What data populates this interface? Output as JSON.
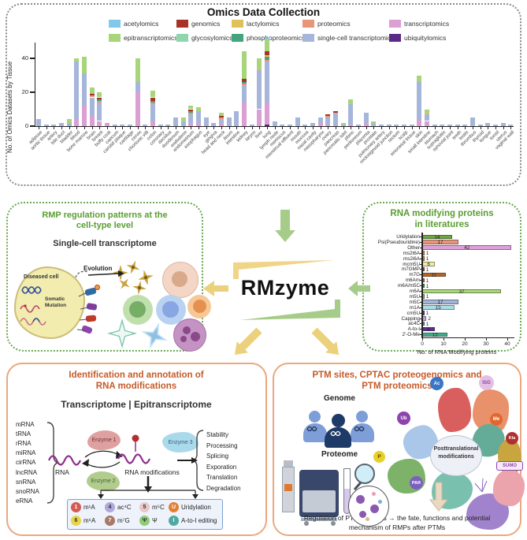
{
  "theme": {
    "panel_green": "#5a9e32",
    "panel_orange": "#c65a28",
    "border_orange": "#eaa87e",
    "arrow_green": "#a6cc8a",
    "arrow_yellow": "#ecd17c"
  },
  "center": {
    "app_name": "RMzyme"
  },
  "chart_data": [
    {
      "id": "omics-data-collection",
      "type": "stacked_bar",
      "title": "Omics Data Collection",
      "ylabel": "No. of Omics Datasets by Tissue",
      "yticks": [
        0,
        20,
        40
      ],
      "legend": [
        [
          {
            "key": "a",
            "label": "acetylomics"
          },
          {
            "key": "ge",
            "label": "genomics"
          },
          {
            "key": "l",
            "label": "lactylomics"
          },
          {
            "key": "p",
            "label": "proteomics"
          },
          {
            "key": "t",
            "label": "transcriptomics"
          }
        ],
        [
          {
            "key": "e",
            "label": "epitranscriptomics"
          },
          {
            "key": "g",
            "label": "glycosylomics"
          },
          {
            "key": "ph",
            "label": "phosphoproteomics"
          },
          {
            "key": "s",
            "label": "single-cell transcriptomics"
          },
          {
            "key": "u",
            "label": "ubiquitylomics"
          }
        ]
      ],
      "colors": {
        "a": "#82c8e8",
        "ge": "#a93226",
        "l": "#e0c05a",
        "p": "#e69778",
        "t": "#db9fd4",
        "e": "#a8d47a",
        "g": "#8fd6ad",
        "ph": "#43a47e",
        "s": "#a6b6da",
        "u": "#5b2a86"
      },
      "stack_order": [
        "u",
        "t",
        "s",
        "p",
        "ph",
        "l",
        "g",
        "ge",
        "e",
        "a"
      ],
      "tissues": [
        {
          "name": "adipose",
          "seg": {
            "s": 4
          }
        },
        {
          "name": "aortic tissue",
          "seg": {
            "s": 1
          }
        },
        {
          "name": "artery",
          "seg": {
            "s": 1
          }
        },
        {
          "name": "bile duct",
          "seg": {
            "s": 2
          }
        },
        {
          "name": "bladder",
          "seg": {
            "s": 2,
            "e": 2
          }
        },
        {
          "name": "blood",
          "seg": {
            "t": 4,
            "s": 34,
            "e": 2
          }
        },
        {
          "name": "bone marrow",
          "seg": {
            "t": 12,
            "s": 19,
            "e": 10
          }
        },
        {
          "name": "brain",
          "seg": {
            "t": 6,
            "s": 11,
            "p": 1,
            "ge": 1,
            "e": 4
          }
        },
        {
          "name": "breast",
          "seg": {
            "t": 3,
            "s": 11,
            "p": 1,
            "ph": 1,
            "ge": 1,
            "e": 3
          }
        },
        {
          "name": "buffy coat",
          "seg": {
            "t": 2
          }
        },
        {
          "name": "caecum",
          "seg": {
            "s": 1
          }
        },
        {
          "name": "carotid plaque",
          "seg": {
            "s": 1
          }
        },
        {
          "name": "cartilage",
          "seg": {
            "s": 1
          }
        },
        {
          "name": "cervix",
          "seg": {
            "t": 20,
            "s": 6,
            "e": 14
          }
        },
        {
          "name": "chorionic villi",
          "seg": {
            "s": 1
          }
        },
        {
          "name": "colon",
          "seg": {
            "t": 3,
            "s": 10,
            "p": 1,
            "ph": 1,
            "ge": 2,
            "e": 4
          }
        },
        {
          "name": "coronary",
          "seg": {
            "s": 1
          }
        },
        {
          "name": "decidua",
          "seg": {
            "s": 1
          }
        },
        {
          "name": "duodenum",
          "seg": {
            "s": 5
          }
        },
        {
          "name": "endoderm",
          "seg": {
            "s": 3,
            "e": 2
          }
        },
        {
          "name": "endometrium",
          "seg": {
            "t": 2,
            "s": 5,
            "p": 1,
            "ph": 1,
            "ge": 1,
            "e": 2
          }
        },
        {
          "name": "esophagus",
          "seg": {
            "t": 2,
            "s": 7,
            "e": 2
          }
        },
        {
          "name": "eye",
          "seg": {
            "s": 5
          }
        },
        {
          "name": "gingiva",
          "seg": {
            "s": 2
          }
        },
        {
          "name": "head and neck",
          "seg": {
            "t": 2,
            "s": 2,
            "p": 1,
            "ge": 1,
            "e": 2
          }
        },
        {
          "name": "ileum",
          "seg": {
            "s": 5
          }
        },
        {
          "name": "intestine",
          "seg": {
            "s": 9
          }
        },
        {
          "name": "kidney",
          "seg": {
            "t": 14,
            "s": 10,
            "p": 1,
            "ph": 1,
            "ge": 2,
            "e": 16
          }
        },
        {
          "name": "larynx",
          "seg": {
            "s": 1
          }
        },
        {
          "name": "liver",
          "seg": {
            "t": 10,
            "s": 23,
            "l": 1,
            "e": 6
          }
        },
        {
          "name": "lung",
          "seg": {
            "u": 1,
            "t": 13,
            "s": 24,
            "p": 1,
            "ph": 2,
            "l": 1,
            "ge": 2,
            "e": 7,
            "a": 1
          }
        },
        {
          "name": "lymph node",
          "seg": {
            "s": 3
          }
        },
        {
          "name": "meniscus",
          "seg": {
            "s": 1
          }
        },
        {
          "name": "menstrual effluent",
          "seg": {
            "s": 1
          }
        },
        {
          "name": "mouth",
          "seg": {
            "s": 5
          }
        },
        {
          "name": "mucosa",
          "seg": {
            "s": 1
          }
        },
        {
          "name": "nasal cavity",
          "seg": {
            "s": 2
          }
        },
        {
          "name": "nasopharynx",
          "seg": {
            "t": 2,
            "s": 3
          }
        },
        {
          "name": "ovary",
          "seg": {
            "t": 1,
            "s": 4,
            "p": 1,
            "ge": 1
          }
        },
        {
          "name": "pancreas",
          "seg": {
            "s": 8,
            "ge": 1
          }
        },
        {
          "name": "pancreatic islet",
          "seg": {
            "s": 1,
            "e": 1
          }
        },
        {
          "name": "pbmc",
          "seg": {
            "t": 1,
            "s": 12,
            "e": 3
          }
        },
        {
          "name": "peritoneum",
          "seg": {
            "s": 1
          }
        },
        {
          "name": "placenta",
          "seg": {
            "t": 2,
            "s": 6
          }
        },
        {
          "name": "prostate",
          "seg": {
            "s": 2,
            "e": 1
          }
        },
        {
          "name": "pulmonary artery",
          "seg": {
            "s": 1
          }
        },
        {
          "name": "rectosigmoid junction",
          "seg": {
            "s": 1
          }
        },
        {
          "name": "rectum",
          "seg": {
            "s": 1
          }
        },
        {
          "name": "scalp",
          "seg": {
            "s": 1
          }
        },
        {
          "name": "sinonasal tissue",
          "seg": {
            "s": 1
          }
        },
        {
          "name": "skin",
          "seg": {
            "t": 4,
            "s": 22,
            "e": 4
          }
        },
        {
          "name": "small intestine",
          "seg": {
            "t": 3,
            "s": 4,
            "l": 1,
            "e": 2
          }
        },
        {
          "name": "stomach",
          "seg": {
            "s": 1
          }
        },
        {
          "name": "supraglottis",
          "seg": {
            "s": 1
          }
        },
        {
          "name": "synovial joint",
          "seg": {
            "s": 1
          }
        },
        {
          "name": "teeth",
          "seg": {
            "s": 1
          }
        },
        {
          "name": "testis",
          "seg": {
            "s": 1
          }
        },
        {
          "name": "thrombus",
          "seg": {
            "s": 5
          }
        },
        {
          "name": "thyroid",
          "seg": {
            "s": 1
          }
        },
        {
          "name": "tongue",
          "seg": {
            "s": 2
          }
        },
        {
          "name": "tonsil",
          "seg": {
            "s": 1
          }
        },
        {
          "name": "uterus",
          "seg": {
            "s": 2
          }
        },
        {
          "name": "vaginal wall",
          "seg": {
            "s": 1
          }
        }
      ]
    },
    {
      "id": "rna-modifying-proteins",
      "type": "bar_horizontal",
      "title": "RNA modifying proteins in literatures",
      "title_lines": [
        "RNA modifying proteins",
        "in literatures"
      ],
      "xlabel": "No. of RNA Modifying proteins",
      "xticks": [
        0,
        10,
        20,
        30,
        40
      ],
      "bars": [
        {
          "label": "Uridylation",
          "value": 14,
          "color": "#69a83a"
        },
        {
          "label": "Psi(Pseudouridine)",
          "value": 17,
          "color": "#e89478"
        },
        {
          "label": "Other",
          "value": 42,
          "color": "#dd9fd8"
        },
        {
          "label": "ms2t6A",
          "value": 1,
          "color": "#e07820"
        },
        {
          "label": "ms2i6A",
          "value": 1,
          "color": "#e07820"
        },
        {
          "label": "mcm5U",
          "value": 6,
          "color": "#f0eda0"
        },
        {
          "label": "m7GMP",
          "value": 1,
          "color": "#c03028"
        },
        {
          "label": "m7G",
          "value": 11,
          "color": "#b5651d"
        },
        {
          "label": "m6Am",
          "value": 1,
          "color": "#c84848"
        },
        {
          "label": "m6A/m5C",
          "value": 1,
          "color": "#2e8b44"
        },
        {
          "label": "m6A",
          "value": 37,
          "color": "#a8d878"
        },
        {
          "label": "m5U",
          "value": 1,
          "color": "#9ab040"
        },
        {
          "label": "m5C",
          "value": 17,
          "color": "#a2b4d8"
        },
        {
          "label": "m1A",
          "value": 15,
          "color": "#a8dde8"
        },
        {
          "label": "cm5U",
          "value": 1,
          "color": "#2840a0"
        },
        {
          "label": "Capping",
          "value": 2,
          "color": "#c8a0d8"
        },
        {
          "label": "ac4C",
          "value": 1,
          "color": "#28a088"
        },
        {
          "label": "A-to-I",
          "value": 6,
          "color": "#5c2d8e"
        },
        {
          "label": "2'-O-Me",
          "value": 12,
          "color": "#3fae8c"
        }
      ]
    }
  ],
  "left_panel": {
    "title_lines": [
      "RMP regulation patterns at the",
      "cell-type level"
    ],
    "subtitle": "Single-cell transcriptome",
    "diseased_cell_label": "Diseased cell",
    "somatic_mutation_label": "Somatic Mutation",
    "evolution_label": "Evolution"
  },
  "bottom_left": {
    "title_lines": [
      "Identification and annotation of",
      "RNA modifications"
    ],
    "subtitle": "Transcriptome | Epitranscriptome",
    "rna_types": [
      "mRNA",
      "tRNA",
      "rRNA",
      "miRNA",
      "cirRNA",
      "lncRNA",
      "snRNA",
      "snoRNA",
      "eRNA"
    ],
    "enzymes": [
      "Enzyme 1",
      "Enzyme 2",
      "Enzyme 3"
    ],
    "rna_label": "RNA",
    "modifications_label": "RNA modifications",
    "outcomes": [
      "Stability",
      "Processing",
      "Splicing",
      "Exporation",
      "Translation",
      "Degradation"
    ],
    "mod_legend": [
      [
        {
          "symbol": "1",
          "label": "m¹A",
          "bg": "#d45a52",
          "fg": "#ffffff"
        },
        {
          "symbol": "4",
          "label": "ac⁴C",
          "bg": "#b0a8d8",
          "fg": "#333333"
        },
        {
          "symbol": "5",
          "label": "m⁵C",
          "bg": "#e8c8c8",
          "fg": "#333333"
        },
        {
          "symbol": "U",
          "label": "Uridylation",
          "bg": "#e08030",
          "fg": "#ffffff"
        }
      ],
      [
        {
          "symbol": "6",
          "label": "m⁶A",
          "bg": "#e8d44a",
          "fg": "#333333"
        },
        {
          "symbol": "7",
          "label": "m⁷G",
          "bg": "#a8786a",
          "fg": "#ffffff"
        },
        {
          "symbol": "Ψ",
          "label": "Ψ",
          "bg": "#90cc78",
          "fg": "#333333"
        },
        {
          "symbol": "I",
          "label": "A-to-I editing",
          "bg": "#50a8a0",
          "fg": "#ffffff"
        }
      ]
    ]
  },
  "bottom_right": {
    "title_lines": [
      "PTM sites, CPTAC proteogenomics and",
      "PTM proteomics"
    ],
    "genome_label": "Genome",
    "proteome_label": "Proteome",
    "ptm_center_lines": [
      "Posttranslational",
      "modifications"
    ],
    "badges": [
      {
        "label": "Ub",
        "bg": "#8e44ad",
        "fg": "#ffffff"
      },
      {
        "label": "Ac",
        "bg": "#3a76c8",
        "fg": "#ffffff"
      },
      {
        "label": "ISG",
        "bg": "#e3bfe3",
        "fg": "#8e44ad"
      },
      {
        "label": "Me",
        "bg": "#e06830",
        "fg": "#ffffff"
      },
      {
        "label": "Kla",
        "bg": "#b03030",
        "fg": "#ffffff"
      },
      {
        "label": "P",
        "bg": "#e8d02a",
        "fg": "#554400"
      },
      {
        "label": "PAR",
        "bg": "#7d5fc0",
        "fg": "#ffffff"
      },
      {
        "label": "SUMO",
        "bg": "#f6ecf9",
        "fg": "#8e44ad"
      }
    ],
    "caption_lines": [
      "Regulation of PTM in RMPs → the fate, functions and potential",
      "mechanism of RMPs after PTMs"
    ]
  }
}
